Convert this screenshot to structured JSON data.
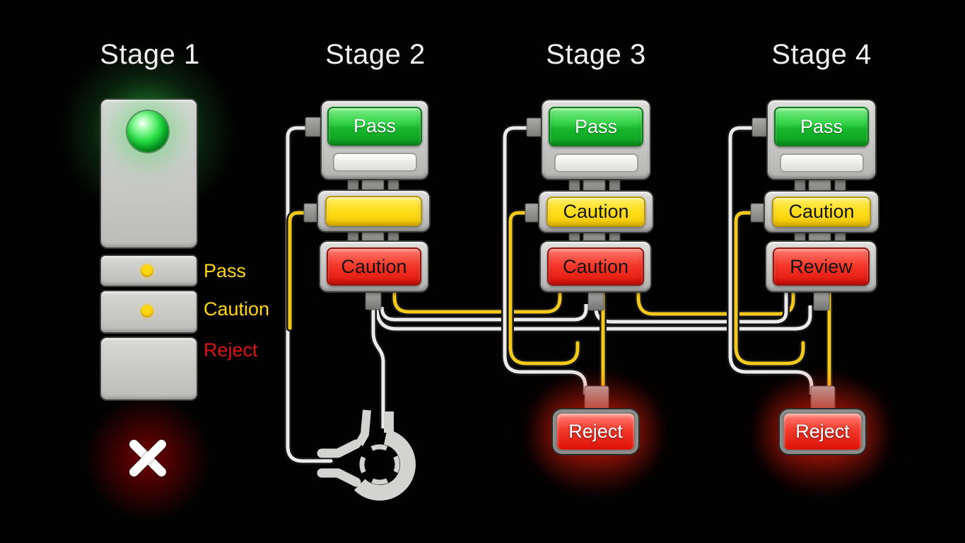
{
  "stage1": {
    "title": "Stage 1",
    "legend": {
      "pass": "Pass",
      "caution": "Caution",
      "reject": "Reject"
    }
  },
  "stage2": {
    "title": "Stage 2",
    "green": "Pass",
    "red": "Caution"
  },
  "stage3": {
    "title": "Stage 3",
    "green": "Pass",
    "yellow": "Caution",
    "red": "Caution",
    "reject": "Reject"
  },
  "stage4": {
    "title": "Stage 4",
    "green": "Pass",
    "yellow": "Caution",
    "red": "Review",
    "reject": "Reject"
  },
  "colors": {
    "background": "#000000",
    "green_button": "#1db531",
    "yellow_button": "#ffd90f",
    "red_button": "#e82014",
    "wire_white": "#ebebeb",
    "wire_yellow": "#f3c91e",
    "panel_gray": "#c8c8c6",
    "legend_yellow": "#ffd60f",
    "legend_red": "#dd1414",
    "indicator_green": "#2ee24a"
  }
}
